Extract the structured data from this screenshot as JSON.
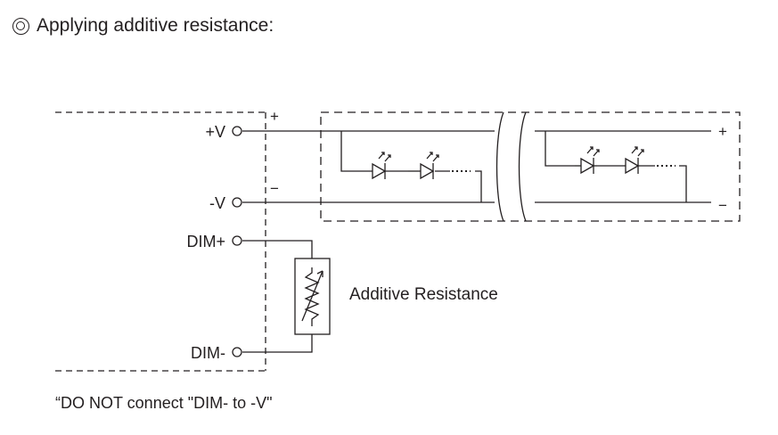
{
  "title": "Applying additive resistance:",
  "icons": {
    "title_bullet": "double-circle-icon"
  },
  "terminals": {
    "plus_v": "+V",
    "minus_v": "-V",
    "dim_plus": "DIM+",
    "dim_minus": "DIM-"
  },
  "polarity": {
    "driver_plus": "+",
    "driver_minus": "−",
    "strip_plus": "+",
    "strip_minus": "−"
  },
  "resistor_label": "Additive Resistance",
  "warning_note": "“DO NOT connect \"DIM- to -V\""
}
